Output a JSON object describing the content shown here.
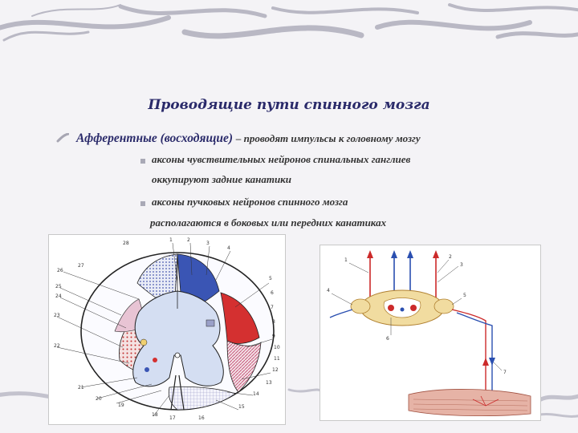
{
  "slide": {
    "title": "Проводящие пути спинного мозга",
    "bullet_main": {
      "term": "Афферентные (восходящие)",
      "rest": "– проводят импульсы к головному мозгу"
    },
    "sub_bullets": [
      {
        "line1": "аксоны чувствительных нейронов спинальных ганглиев",
        "line2": "оккупируют задние канатики"
      },
      {
        "line1": "аксоны пучковых нейронов спинного мозга",
        "line2": "располагаются в боковых или передних канатиках"
      }
    ]
  },
  "figures": {
    "left_labels": [
      "1",
      "2",
      "3",
      "4",
      "5",
      "6",
      "7",
      "8",
      "9",
      "10",
      "11",
      "12",
      "13",
      "14",
      "15",
      "16",
      "17",
      "18",
      "19",
      "20",
      "21",
      "22",
      "23",
      "24",
      "25",
      "26",
      "27",
      "28"
    ],
    "right_labels": [
      "1",
      "2",
      "3",
      "4",
      "5",
      "6",
      "7"
    ]
  },
  "colors": {
    "title": "#2a2a6a",
    "text": "#333333",
    "deco": "#b9b8c4",
    "tract_red": "#d42a2a",
    "tract_blue": "#2a4fb0",
    "grey_matter": "#cfd9ee",
    "ganglion": "#f1dca0"
  },
  "icons": [
    "bullet-swoosh-icon",
    "square-bullet-icon"
  ]
}
